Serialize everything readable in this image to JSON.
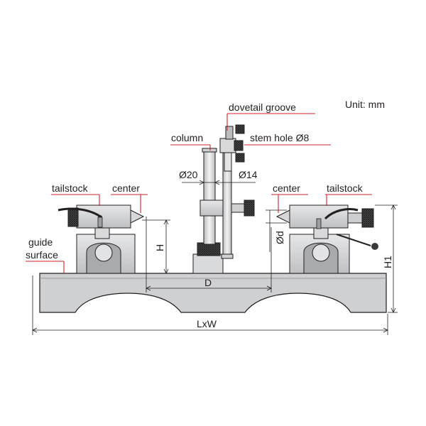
{
  "unit": "Unit: mm",
  "labels": {
    "dovetail_groove": "dovetail groove",
    "column": "column",
    "stem_hole": "stem hole Ø8",
    "d20": "Ø20",
    "d14": "Ø14",
    "tailstock_left": "tailstock",
    "center_left": "center",
    "center_right": "center",
    "tailstock_right": "tailstock",
    "guide": "guide",
    "surface": "surface",
    "H": "H",
    "Od": "Ød",
    "H1": "H1",
    "D": "D",
    "LxW": "LxW"
  },
  "colors": {
    "callout": "#d2232a",
    "body_fill": "#c9cacc",
    "body_dark": "#8c8d8f",
    "outline": "#231f20",
    "knurl": "#3a3a3a"
  }
}
